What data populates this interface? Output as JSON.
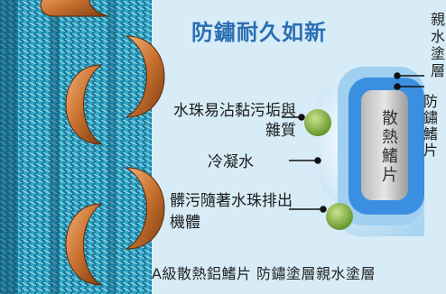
{
  "title": "防鏽耐久如新",
  "labels": {
    "water_beads": "水珠易沾黏污垢與雜質",
    "condensate": "冷凝水",
    "dirt_removed": "髒污隨著水珠排出機體",
    "fin": "散熱鰭片",
    "anti_rust_side": "防鏽鰭片",
    "top_right": "親水塗層"
  },
  "caption": "A級散熱鋁鰭片 防鏽塗層親水塗層",
  "colors": {
    "title_blue": "#2a6fb4",
    "coil_copper": "#c8702e",
    "fin_teal": "#2aa7c9",
    "coating_blue": "#3b8fe0",
    "droplet": "#bfe0f5",
    "dirt_green": "#7fb03a"
  }
}
